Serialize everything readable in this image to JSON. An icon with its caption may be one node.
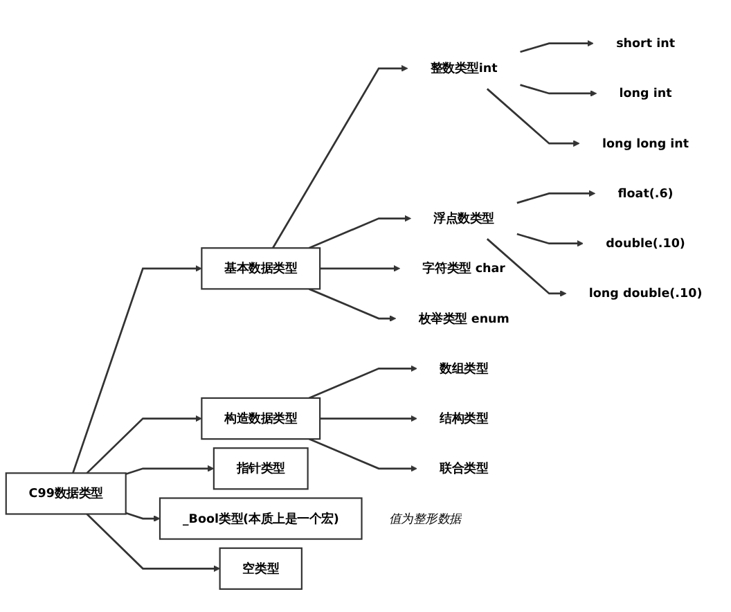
{
  "diagram": {
    "nodes": [
      {
        "text": [
          "C99数据类型"
        ]
      },
      {
        "text": [
          "基本数据类型"
        ]
      },
      {
        "text": [
          "整数类型int"
        ]
      },
      {
        "text": [
          "short int"
        ]
      },
      {
        "text": [
          "long int"
        ]
      },
      {
        "text": [
          "long long int"
        ]
      },
      {
        "text": [
          "浮点数类型"
        ]
      },
      {
        "text": [
          "float(.6)"
        ]
      },
      {
        "text": [
          "double(.10)"
        ]
      },
      {
        "text": [
          "long double(.10)"
        ]
      },
      {
        "text": [
          "字符类型 char"
        ]
      },
      {
        "text": [
          "枚举类型 enum"
        ]
      },
      {
        "text": [
          "构造数据类型"
        ]
      },
      {
        "text": [
          "数组类型"
        ]
      },
      {
        "text": [
          "结构类型"
        ]
      },
      {
        "text": [
          "联合类型"
        ]
      },
      {
        "text": [
          "指针类型"
        ]
      },
      {
        "text": [
          "_Bool类型(本质上是一个宏)"
        ],
        "beside": [
          "值为整形数据"
        ]
      },
      {
        "text": [
          "空类型"
        ]
      }
    ],
    "edges": [
      {
        "from": 0,
        "to": 1,
        "arrow": "to"
      },
      {
        "from": 1,
        "to": 2,
        "arrow": "to"
      },
      {
        "from": 1,
        "to": 6,
        "arrow": "to"
      },
      {
        "from": 1,
        "to": 10,
        "arrow": "to"
      },
      {
        "from": 1,
        "to": 11,
        "arrow": "to"
      },
      {
        "from": 2,
        "to": 3,
        "arrow": "to"
      },
      {
        "from": 2,
        "to": 4,
        "arrow": "to"
      },
      {
        "from": 2,
        "to": 5,
        "arrow": "to"
      },
      {
        "from": 6,
        "to": 7,
        "arrow": "to"
      },
      {
        "from": 6,
        "to": 8,
        "arrow": "to"
      },
      {
        "from": 6,
        "to": 9,
        "arrow": "to"
      },
      {
        "from": 0,
        "to": 12,
        "arrow": "to"
      },
      {
        "from": 12,
        "to": 13,
        "arrow": "to"
      },
      {
        "from": 12,
        "to": 14,
        "arrow": "to"
      },
      {
        "from": 12,
        "to": 15,
        "arrow": "to"
      },
      {
        "from": 0,
        "to": 16,
        "arrow": "to"
      },
      {
        "from": 0,
        "to": 17,
        "arrow": "to"
      },
      {
        "from": 0,
        "to": 18,
        "arrow": "to"
      }
    ]
  }
}
